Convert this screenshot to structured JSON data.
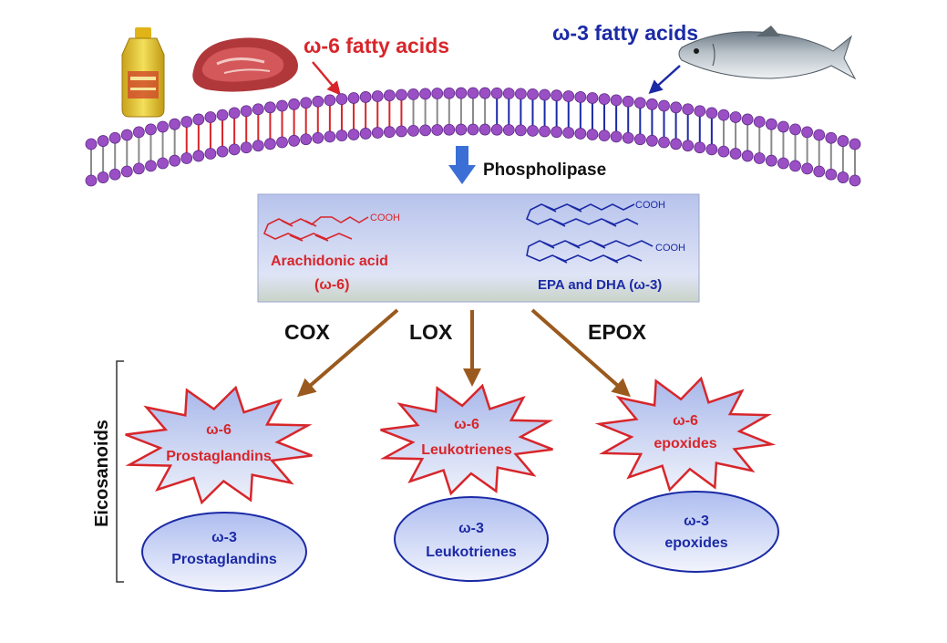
{
  "sources": {
    "omega6_label": "ω-6 fatty acids",
    "omega3_label": "ω-3 fatty acids",
    "oil_icon": "vegetable-oil-bottle-icon",
    "meat_icon": "red-meat-icon",
    "fish_icon": "salmon-fish-icon"
  },
  "enzyme_step": {
    "label": "Phospholipase"
  },
  "fatty_acid_box": {
    "omega6_name": "Arachidonic acid",
    "omega6_tag": "(ω-6)",
    "omega6_group": "COOH",
    "omega3_name": "EPA and DHA (ω-3)",
    "omega3_group_top": "COOH",
    "omega3_group_bottom": "COOH"
  },
  "pathways": [
    "COX",
    "LOX",
    "EPOX"
  ],
  "side_label": "Eicosanoids",
  "omega6_products": [
    {
      "tag": "ω-6",
      "name": "Prostaglandins"
    },
    {
      "tag": "ω-6",
      "name": "Leukotrienes"
    },
    {
      "tag": "ω-6",
      "name": "epoxides"
    }
  ],
  "omega3_products": [
    {
      "tag": "ω-3",
      "name": "Prostaglandins"
    },
    {
      "tag": "ω-3",
      "name": "Leukotrienes"
    },
    {
      "tag": "ω-3",
      "name": "epoxides"
    }
  ],
  "colors": {
    "omega6": "#d7262b",
    "omega3": "#1b2aa6",
    "membrane_head": "#9a4fc4",
    "pathway_arrow": "#9a5a1e",
    "phospholipase_arrow": "#3b6fd6",
    "text_dark": "#111111"
  }
}
